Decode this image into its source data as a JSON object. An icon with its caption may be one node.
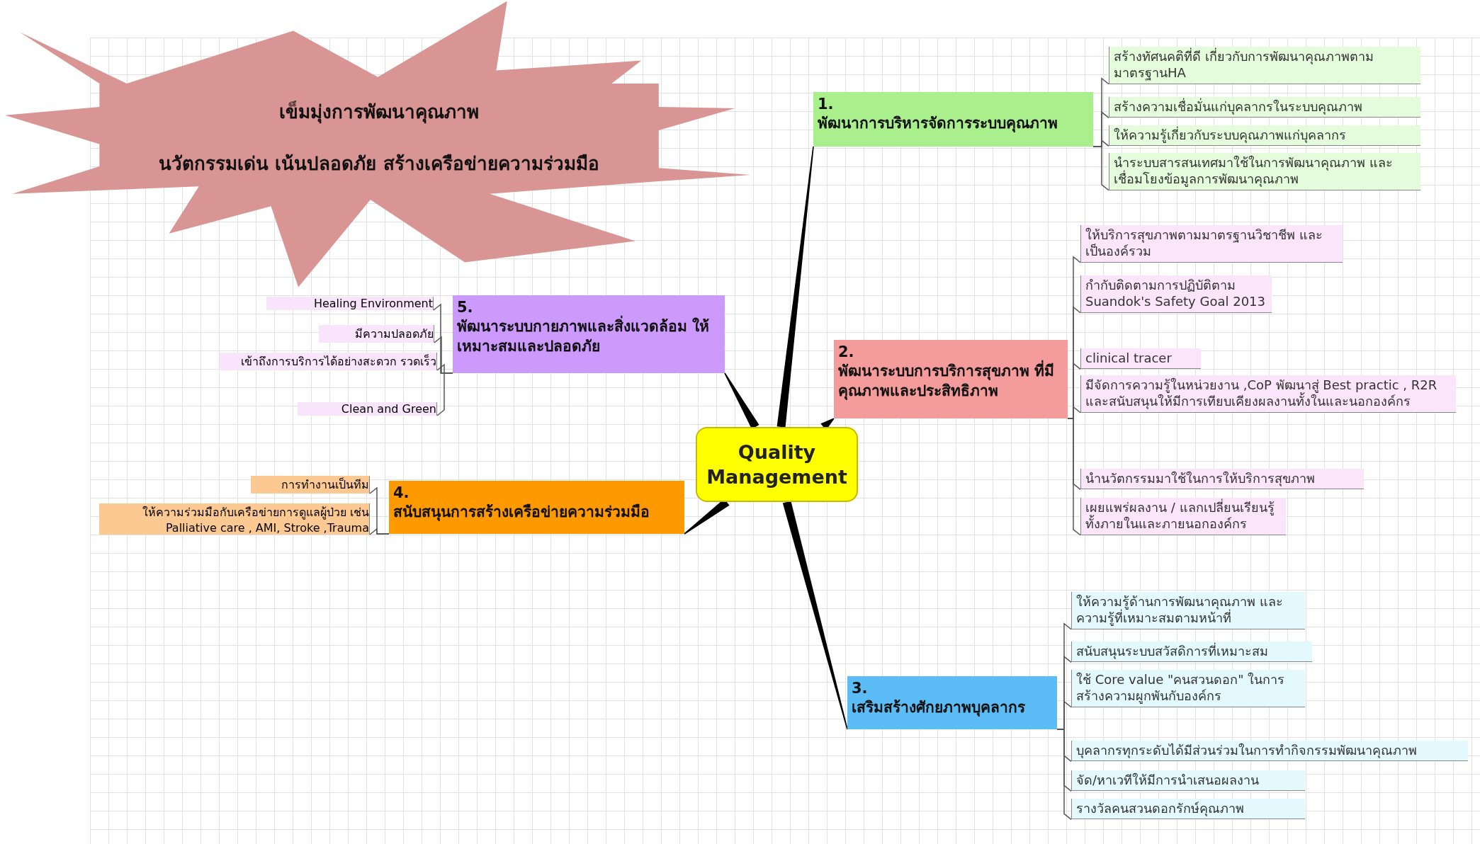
{
  "diagram": {
    "nodes": [
      {
        "text": [
          "เข็มมุ่งการพัฒนาคุณภาพ",
          "นวัตกรรมเด่น  เน้นปลอดภัย สร้างเครือข่ายความร่วมมือ"
        ]
      },
      {
        "text": [
          "Quality Management"
        ]
      },
      {
        "text": [
          "1.",
          "พัฒนาการบริหารจัดการระบบคุณภาพ"
        ]
      },
      {
        "text": [
          "สร้างทัศนคติที่ดี เกี่ยวกับการพัฒนาคุณภาพตามมาตรฐานHA"
        ]
      },
      {
        "text": [
          "สร้างความเชื่อมั่นแก่บุคลากรในระบบคุณภาพ"
        ]
      },
      {
        "text": [
          "ให้ความรู้เกี่ยวกับระบบคุณภาพแก่บุคลากร"
        ]
      },
      {
        "text": [
          "นำระบบสารสนเทศมาใช้ในการพัฒนาคุณภาพ และเชื่อมโยงข้อมูลการพัฒนาคุณภาพ"
        ]
      },
      {
        "text": [
          "2.",
          "พัฒนาระบบการบริการสุขภาพ ที่มีคุณภาพและประสิทธิภาพ"
        ]
      },
      {
        "text": [
          "ให้บริการสุขภาพตามมาตรฐานวิชาชีพ และเป็นองค์รวม"
        ]
      },
      {
        "text": [
          "กำกับติดตามการปฏิบัติตาม Suandok's Safety Goal 2013"
        ]
      },
      {
        "text": [
          "clinical tracer"
        ]
      },
      {
        "text": [
          "มีจัดการความรู้ในหน่วยงาน ,CoP พัฒนาสู่ Best practic , R2R และสนับสนุนให้มีการเทียบเคียงผลงานทั้งในและนอกองค์กร"
        ]
      },
      {
        "text": [
          "นำนวัตกรรมมาใช้ในการให้บริการสุขภาพ"
        ]
      },
      {
        "text": [
          "เผยแพร่ผลงาน / แลกเปลี่ยนเรียนรู้ ทั้งภายในและภายนอกองค์กร"
        ]
      },
      {
        "text": [
          "3.",
          "เสริมสร้างศักยภาพบุคลากร"
        ]
      },
      {
        "text": [
          "ให้ความรู้ด้านการพัฒนาคุณภาพ และความรู้ที่เหมาะสมตามหน้าที่"
        ]
      },
      {
        "text": [
          "สนับสนุนระบบสวัสดิการที่เหมาะสม"
        ]
      },
      {
        "text": [
          "ใช้ Core value \"คนสวนดอก\" ในการสร้างความผูกพันกับองค์กร"
        ]
      },
      {
        "text": [
          "บุคลากรทุกระดับได้มีส่วนร่วมในการทำกิจกรรมพัฒนาคุณภาพ"
        ]
      },
      {
        "text": [
          "จัด/หาเวทีให้มีการนำเสนอผลงาน"
        ]
      },
      {
        "text": [
          "รางวัลคนสวนดอกรักษ์คุณภาพ"
        ]
      },
      {
        "text": [
          "4.",
          "สนับสนุนการสร้างเครือข่ายความร่วมมือ"
        ]
      },
      {
        "text": [
          "การทำงานเป็นทีม"
        ]
      },
      {
        "text": [
          "ให้ความร่วมมือกับเครือข่ายการดูแลผู้ป่วย เช่น Palliative care , AMI, Stroke ,Trauma"
        ]
      },
      {
        "text": [
          "5.",
          "พัฒนาระบบกายภาพและสิ่งแวดล้อม ให้เหมาะสมและปลอดภัย"
        ]
      },
      {
        "text": [
          "Healing Environment"
        ]
      },
      {
        "text": [
          "มีความปลอดภัย"
        ]
      },
      {
        "text": [
          "เข้าถึงการบริการได้อย่างสะดวก รวดเร็ว"
        ]
      },
      {
        "text": [
          "Clean and Green"
        ]
      }
    ],
    "edges": [
      {
        "from": 1,
        "to": 2,
        "arrow": "none",
        "style": "thick"
      },
      {
        "from": 1,
        "to": 7,
        "arrow": "none",
        "style": "thick"
      },
      {
        "from": 1,
        "to": 14,
        "arrow": "none",
        "style": "thick"
      },
      {
        "from": 1,
        "to": 21,
        "arrow": "none",
        "style": "thick"
      },
      {
        "from": 1,
        "to": 24,
        "arrow": "none",
        "style": "thick"
      },
      {
        "from": 2,
        "to": 3,
        "arrow": "none"
      },
      {
        "from": 2,
        "to": 4,
        "arrow": "none"
      },
      {
        "from": 2,
        "to": 5,
        "arrow": "none"
      },
      {
        "from": 2,
        "to": 6,
        "arrow": "none"
      },
      {
        "from": 7,
        "to": 8,
        "arrow": "none"
      },
      {
        "from": 7,
        "to": 9,
        "arrow": "none"
      },
      {
        "from": 7,
        "to": 10,
        "arrow": "none"
      },
      {
        "from": 7,
        "to": 11,
        "arrow": "none"
      },
      {
        "from": 7,
        "to": 12,
        "arrow": "none"
      },
      {
        "from": 7,
        "to": 13,
        "arrow": "none"
      },
      {
        "from": 14,
        "to": 15,
        "arrow": "none"
      },
      {
        "from": 14,
        "to": 16,
        "arrow": "none"
      },
      {
        "from": 14,
        "to": 17,
        "arrow": "none"
      },
      {
        "from": 14,
        "to": 18,
        "arrow": "none"
      },
      {
        "from": 14,
        "to": 19,
        "arrow": "none"
      },
      {
        "from": 14,
        "to": 20,
        "arrow": "none"
      },
      {
        "from": 21,
        "to": 22,
        "arrow": "none"
      },
      {
        "from": 21,
        "to": 23,
        "arrow": "none"
      },
      {
        "from": 24,
        "to": 25,
        "arrow": "none"
      },
      {
        "from": 24,
        "to": 26,
        "arrow": "none"
      },
      {
        "from": 24,
        "to": 27,
        "arrow": "none"
      },
      {
        "from": 24,
        "to": 28,
        "arrow": "none"
      }
    ]
  }
}
